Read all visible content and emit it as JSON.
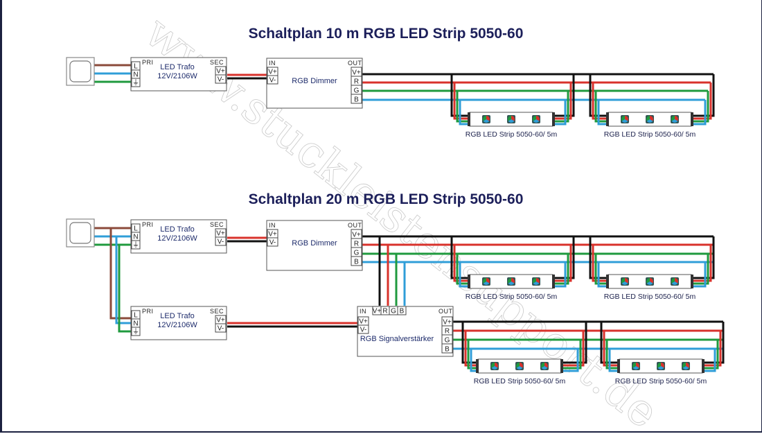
{
  "diagram_title_10m": "Schaltplan 10 m RGB LED Strip 5050-60",
  "diagram_title_20m": "Schaltplan 20 m RGB LED Strip 5050-60",
  "watermark": "www.stuckleistensupport.de",
  "colors": {
    "title": "#1c1f5a",
    "wire_brown": "#8b4a3a",
    "wire_blue": "#2f9ed8",
    "wire_green": "#1f9a3e",
    "wire_red": "#d8322b",
    "wire_black": "#111111",
    "frame": "#1c2140"
  },
  "trafo": {
    "pri": "PRI",
    "sec": "SEC",
    "name": "LED Trafo",
    "rating": "12V/2106W",
    "pri_terminals": [
      "L",
      "N",
      "⏚"
    ],
    "sec_terminals": [
      "V+",
      "V-"
    ]
  },
  "dimmer": {
    "in": "IN",
    "out": "OUT",
    "name": "RGB Dimmer",
    "in_terminals": [
      "V+",
      "V-"
    ],
    "out_terminals": [
      "V+",
      "R",
      "G",
      "B"
    ]
  },
  "amplifier": {
    "in": "IN",
    "out": "OUT",
    "name": "RGB Signalverstärker",
    "in_terminals": [
      "V+",
      "V-"
    ],
    "top_terminals": [
      "V+",
      "R",
      "G",
      "B"
    ],
    "out_terminals": [
      "V+",
      "R",
      "G",
      "B"
    ]
  },
  "strip_label": "RGB LED Strip 5050-60/ 5m"
}
